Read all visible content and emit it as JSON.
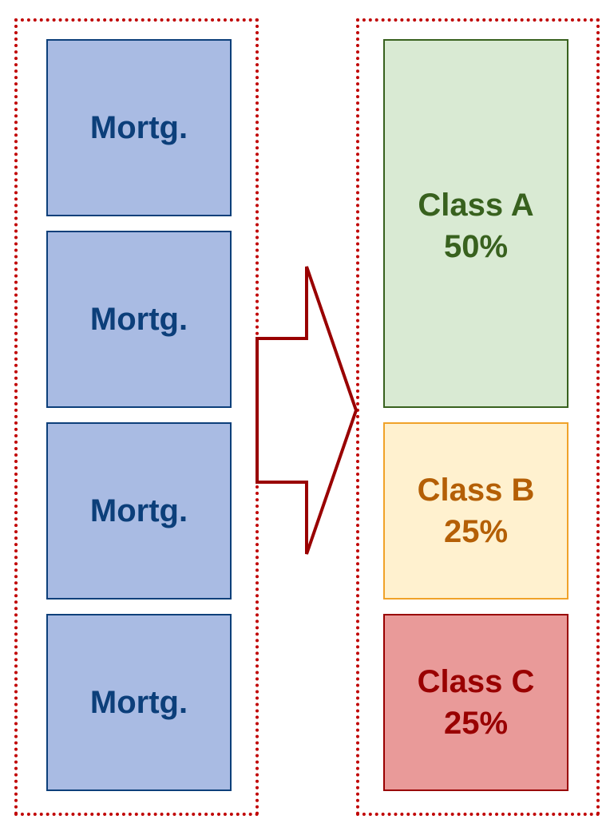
{
  "mortgage_pool": {
    "items": [
      {
        "label": "Mortg."
      },
      {
        "label": "Mortg."
      },
      {
        "label": "Mortg."
      },
      {
        "label": "Mortg."
      }
    ],
    "color": "#a9bbe3",
    "border_color": "#0c3f7a"
  },
  "arrow": {
    "icon": "right-arrow-icon",
    "color": "#990000"
  },
  "tranches": {
    "items": [
      {
        "name": "Class A",
        "share": "50%",
        "fill": "#d9ead3",
        "border": "#38611e",
        "text_color": "#38611e"
      },
      {
        "name": "Class B",
        "share": "25%",
        "fill": "#fff1cf",
        "border": "#f0a229",
        "text_color": "#b45f06"
      },
      {
        "name": "Class C",
        "share": "25%",
        "fill": "#e99a99",
        "border": "#990000",
        "text_color": "#990000"
      }
    ]
  },
  "group_border_color": "#c00000"
}
